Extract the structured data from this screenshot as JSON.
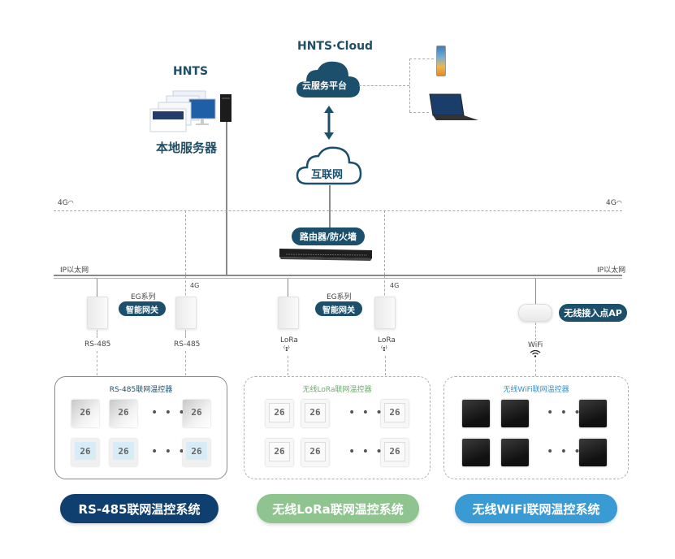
{
  "cloud": {
    "title": "HNTS·Cloud",
    "label": "云服务平台"
  },
  "local": {
    "title": "HNTS",
    "label": "本地服务器"
  },
  "internet": {
    "label": "互联网"
  },
  "router": {
    "label": "路由器/防火墙"
  },
  "network": {
    "fourg_left": "4G",
    "fourg_right": "4G",
    "ethernet_left": "IP以太网",
    "ethernet_right": "IP以太网"
  },
  "gateways": {
    "left": {
      "series": "EG系列",
      "label": "智能网关",
      "port_a": "RS-485",
      "port_b": "RS-485",
      "fourg": "4G"
    },
    "middle": {
      "series": "EG系列",
      "label": "智能网关",
      "port_a": "LoRa",
      "port_b": "LoRa",
      "fourg": "4G"
    }
  },
  "access_point": {
    "label": "无线接入点AP",
    "wifi": "WiFi"
  },
  "groups": [
    {
      "title": "RS-485联网温控器",
      "reading": "26",
      "ellipsis": "• • •"
    },
    {
      "title": "无线LoRa联网温控器",
      "reading": "26",
      "ellipsis": "• • •"
    },
    {
      "title": "无线WiFi联网温控器",
      "reading": "",
      "ellipsis": "• • •"
    }
  ],
  "systems": [
    {
      "label": "RS-485联网温控系统",
      "color": "#0f3f6e"
    },
    {
      "label": "无线LoRa联网温控系统",
      "color": "#8fc48e"
    },
    {
      "label": "无线WiFi联网温控系统",
      "color": "#3a9ad4"
    }
  ],
  "colors": {
    "primary": "#1b4f6b",
    "line": "#8a8a8a"
  }
}
